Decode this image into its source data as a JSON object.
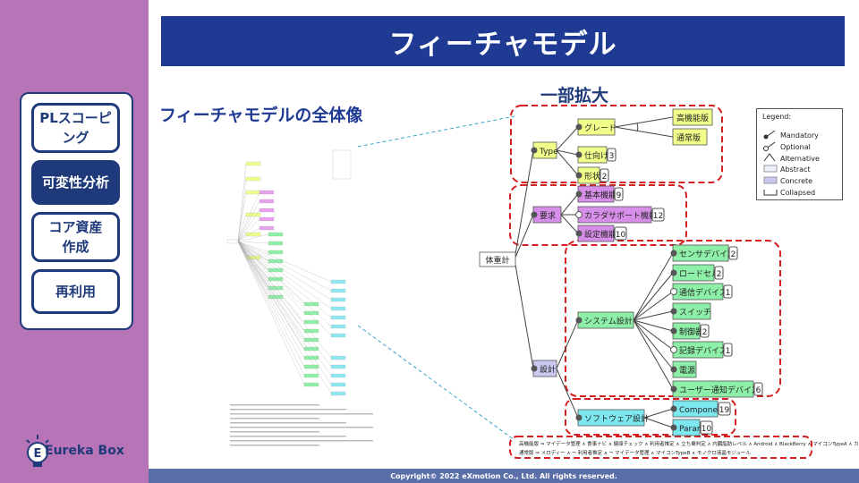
{
  "header": {
    "title": "フィーチャモデル"
  },
  "sidebar": {
    "items": [
      {
        "label": "PLスコーピング",
        "active": false
      },
      {
        "label": "可変性分析",
        "active": true
      },
      {
        "label": "コア資産作成",
        "active": false
      },
      {
        "label": "再利用",
        "active": false
      }
    ],
    "logo_text": "Eureka Box"
  },
  "main": {
    "overview_heading": "フィーチャモデルの全体像",
    "zoom_heading": "一部拡大"
  },
  "footer": {
    "copyright": "Copyright© 2022 eXmotion Co., Ltd. All rights reserved."
  },
  "colors": {
    "title_bar": "#1f3a93",
    "sidebar": "#b774b7",
    "dashed_frame": "#d42020",
    "yellow_node": "#f0ff8a",
    "purple_node": "#d68ee8",
    "green_node": "#8ef0a8",
    "cyan_node": "#7ee8f0",
    "root_node": "#ffffff",
    "design_node": "#c8c8f0"
  },
  "feature_tree": {
    "root": "体重計",
    "nodes": [
      {
        "id": "type",
        "label": "Type",
        "color": "yellow"
      },
      {
        "id": "grade",
        "label": "グレード",
        "color": "yellow"
      },
      {
        "id": "high",
        "label": "高機能版",
        "color": "yellow"
      },
      {
        "id": "normal",
        "label": "通常版",
        "color": "yellow"
      },
      {
        "id": "dest",
        "label": "仕向け",
        "count": "3",
        "color": "yellow"
      },
      {
        "id": "shape",
        "label": "形状",
        "count": "2",
        "color": "yellow"
      },
      {
        "id": "req",
        "label": "要求",
        "color": "purple"
      },
      {
        "id": "basic",
        "label": "基本機能",
        "count": "9",
        "color": "purple"
      },
      {
        "id": "color",
        "label": "カラダサポート機能",
        "count": "12",
        "color": "purple"
      },
      {
        "id": "setting",
        "label": "設定機能",
        "count": "10",
        "color": "purple"
      },
      {
        "id": "design",
        "label": "設計",
        "color": "design"
      },
      {
        "id": "sysdesign",
        "label": "システム設計",
        "color": "green"
      },
      {
        "id": "sensor",
        "label": "センサデバイス",
        "count": "2",
        "color": "green"
      },
      {
        "id": "loadcell",
        "label": "ロードセル",
        "count": "2",
        "color": "green"
      },
      {
        "id": "comm",
        "label": "通信デバイス",
        "count": "1",
        "color": "green"
      },
      {
        "id": "switch",
        "label": "スイッチ",
        "color": "green"
      },
      {
        "id": "controller",
        "label": "制御器",
        "count": "2",
        "color": "green"
      },
      {
        "id": "storage",
        "label": "記録デバイス",
        "count": "1",
        "color": "green"
      },
      {
        "id": "power",
        "label": "電源",
        "color": "green"
      },
      {
        "id": "notify",
        "label": "ユーザー通知デバイス",
        "count": "6",
        "color": "green"
      },
      {
        "id": "swdesign",
        "label": "ソフトウェア設計",
        "color": "cyan"
      },
      {
        "id": "component",
        "label": "Component",
        "count": "19",
        "color": "cyan"
      },
      {
        "id": "param",
        "label": "Param",
        "count": "10",
        "color": "cyan"
      }
    ]
  },
  "legend": {
    "title": "Legend:",
    "items": [
      "Mandatory",
      "Optional",
      "Alternative",
      "Abstract",
      "Concrete",
      "Collapsed"
    ]
  },
  "constraint_lines": [
    "高機能版 ⇒ マイデータ管理 ∧ 食事ナビ ∧ 健康チェック ∧ 利用者推定 ∧ 立ち乗判定 ∧ 内臓脂肪レベル ∧ Android ∧ BlackBerry ∧ マイコンTypeA ∧ カラー液晶パネル",
    "通常版 ⇒ メロディー ∧ ¬ 利用者推定 ∧ ¬ マイデータ管理 ∧ マイコンTypeB ∧ モノクロ液晶モジュール"
  ]
}
